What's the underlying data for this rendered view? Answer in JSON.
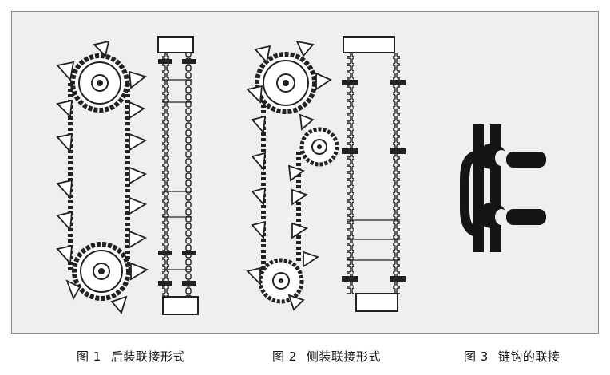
{
  "figures": [
    {
      "number": "图 1",
      "caption": "后装联接形式"
    },
    {
      "number": "图 2",
      "caption": "侧装联接形式"
    },
    {
      "number": "图 3",
      "caption": "链钩的联接"
    }
  ]
}
